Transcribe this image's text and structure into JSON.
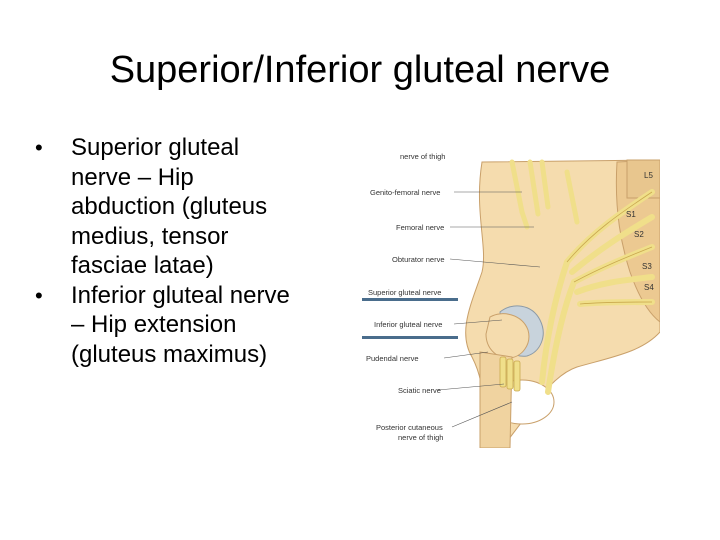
{
  "slide": {
    "title": "Superior/Inferior gluteal nerve",
    "bullets": [
      {
        "lines": [
          "Superior gluteal",
          "nerve – Hip",
          "abduction (gluteus",
          "medius, tensor",
          "fasciae latae)"
        ]
      },
      {
        "lines": [
          "Inferior gluteal nerve",
          "– Hip extension",
          "(gluteus maximus)"
        ]
      }
    ]
  },
  "figure": {
    "nerve_labels": {
      "top_cut": "nerve of thigh",
      "genitofemoral": "Genito-femoral nerve",
      "femoral": "Femoral nerve",
      "obturator": "Obturator nerve",
      "superior_gluteal": "Superior gluteal nerve",
      "inferior_gluteal": "Inferior gluteal nerve",
      "pudendal": "Pudendal nerve",
      "sciatic": "Sciatic nerve",
      "posterior_cutaneous_1": "Posterior cutaneous",
      "posterior_cutaneous_2": "nerve of thigh"
    },
    "spinal_levels": {
      "l5": "L5",
      "s1": "S1",
      "s2": "S2",
      "s3": "S3",
      "s4": "S4"
    },
    "colors": {
      "bone": "#f5dcae",
      "bone_shadow": "#e3bf86",
      "nerve": "#f0df8a",
      "nerve_outline": "#c9a94e",
      "highlight_bar": "#4a6d8c",
      "cartilage": "#c8d3dc"
    }
  }
}
